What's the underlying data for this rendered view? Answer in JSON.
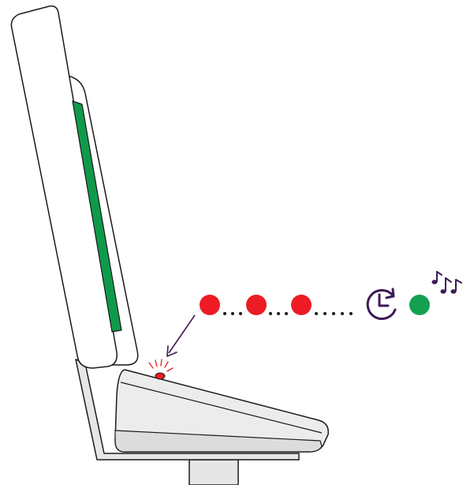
{
  "colors": {
    "outline": "#1a1a1a",
    "device_body": "#ffffff",
    "device_base": "#ececec",
    "base_band": "#dcdcdc",
    "stand": "#e6e6e6",
    "screen_display": "#0f9a4a",
    "status_alert": "#ed1c24",
    "status_ok": "#14a050",
    "accent_purple": "#3d1a55"
  },
  "sequence": {
    "alert_dots": 3,
    "leading_dots_after": [
      3,
      3,
      5
    ],
    "icons": [
      "clock-rotate-icon",
      "music-notes-icon"
    ]
  }
}
